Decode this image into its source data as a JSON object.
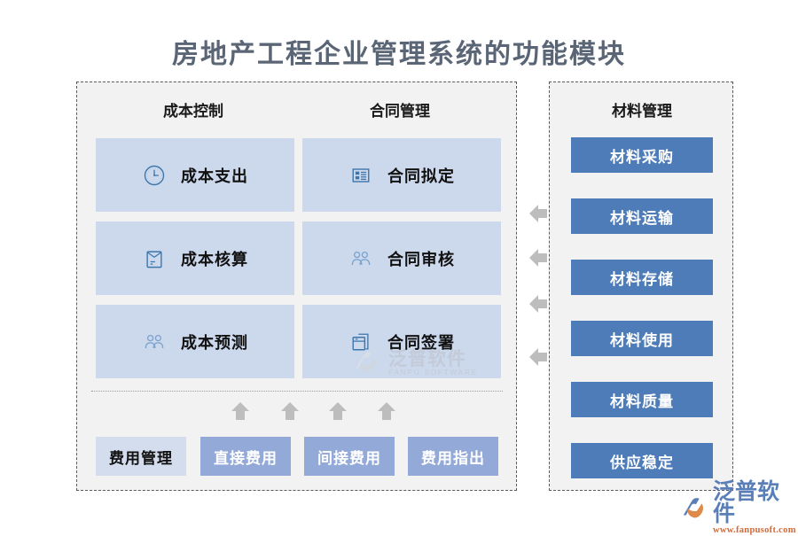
{
  "page": {
    "title": "房地产工程企业管理系统的功能模块",
    "title_color": "#5a6575",
    "background": "#ffffff"
  },
  "colors": {
    "panel_bg": "#f2f2f2",
    "panel_border": "#5a5a5a",
    "card_bg": "#ccd8ec",
    "card_icon": "#3d76ab",
    "solid_blue": "#4d7cb8",
    "fee_blue": "#93a9d8",
    "fee_light": "#d4dded",
    "arrow_gray": "#bdbdbd",
    "divider": "#9a9a9a",
    "watermark": "#c3cbd8",
    "brand_blue": "#5a7fb8",
    "brand_orange": "#d06a38"
  },
  "left_panel": {
    "columns": [
      {
        "header": "成本控制",
        "cards": [
          {
            "label": "成本支出",
            "icon": "clock-icon"
          },
          {
            "label": "成本核算",
            "icon": "envelope-icon"
          },
          {
            "label": "成本预测",
            "icon": "people-icon"
          }
        ]
      },
      {
        "header": "合同管理",
        "cards": [
          {
            "label": "合同拟定",
            "icon": "document-list-icon"
          },
          {
            "label": "合同审核",
            "icon": "people-icon"
          },
          {
            "label": "合同签署",
            "icon": "documents-stack-icon"
          }
        ]
      }
    ],
    "fee_buttons": [
      {
        "label": "费用管理",
        "style": "light"
      },
      {
        "label": "直接费用",
        "style": "solid"
      },
      {
        "label": "间接费用",
        "style": "solid"
      },
      {
        "label": "费用指出",
        "style": "solid"
      }
    ],
    "up_arrow_count": 4
  },
  "right_panel": {
    "header": "材料管理",
    "buttons": [
      {
        "label": "材料采购"
      },
      {
        "label": "材料运输"
      },
      {
        "label": "材料存储"
      },
      {
        "label": "材料使用"
      },
      {
        "label": "材料质量"
      },
      {
        "label": "供应稳定"
      }
    ]
  },
  "connectors": {
    "left_arrow_count": 4,
    "direction": "left"
  },
  "watermark": {
    "cn": "泛普软件",
    "en": "FANPU SOFTWARE"
  },
  "brand": {
    "name": "泛普软件",
    "url": "www.fanpusoft.com"
  }
}
